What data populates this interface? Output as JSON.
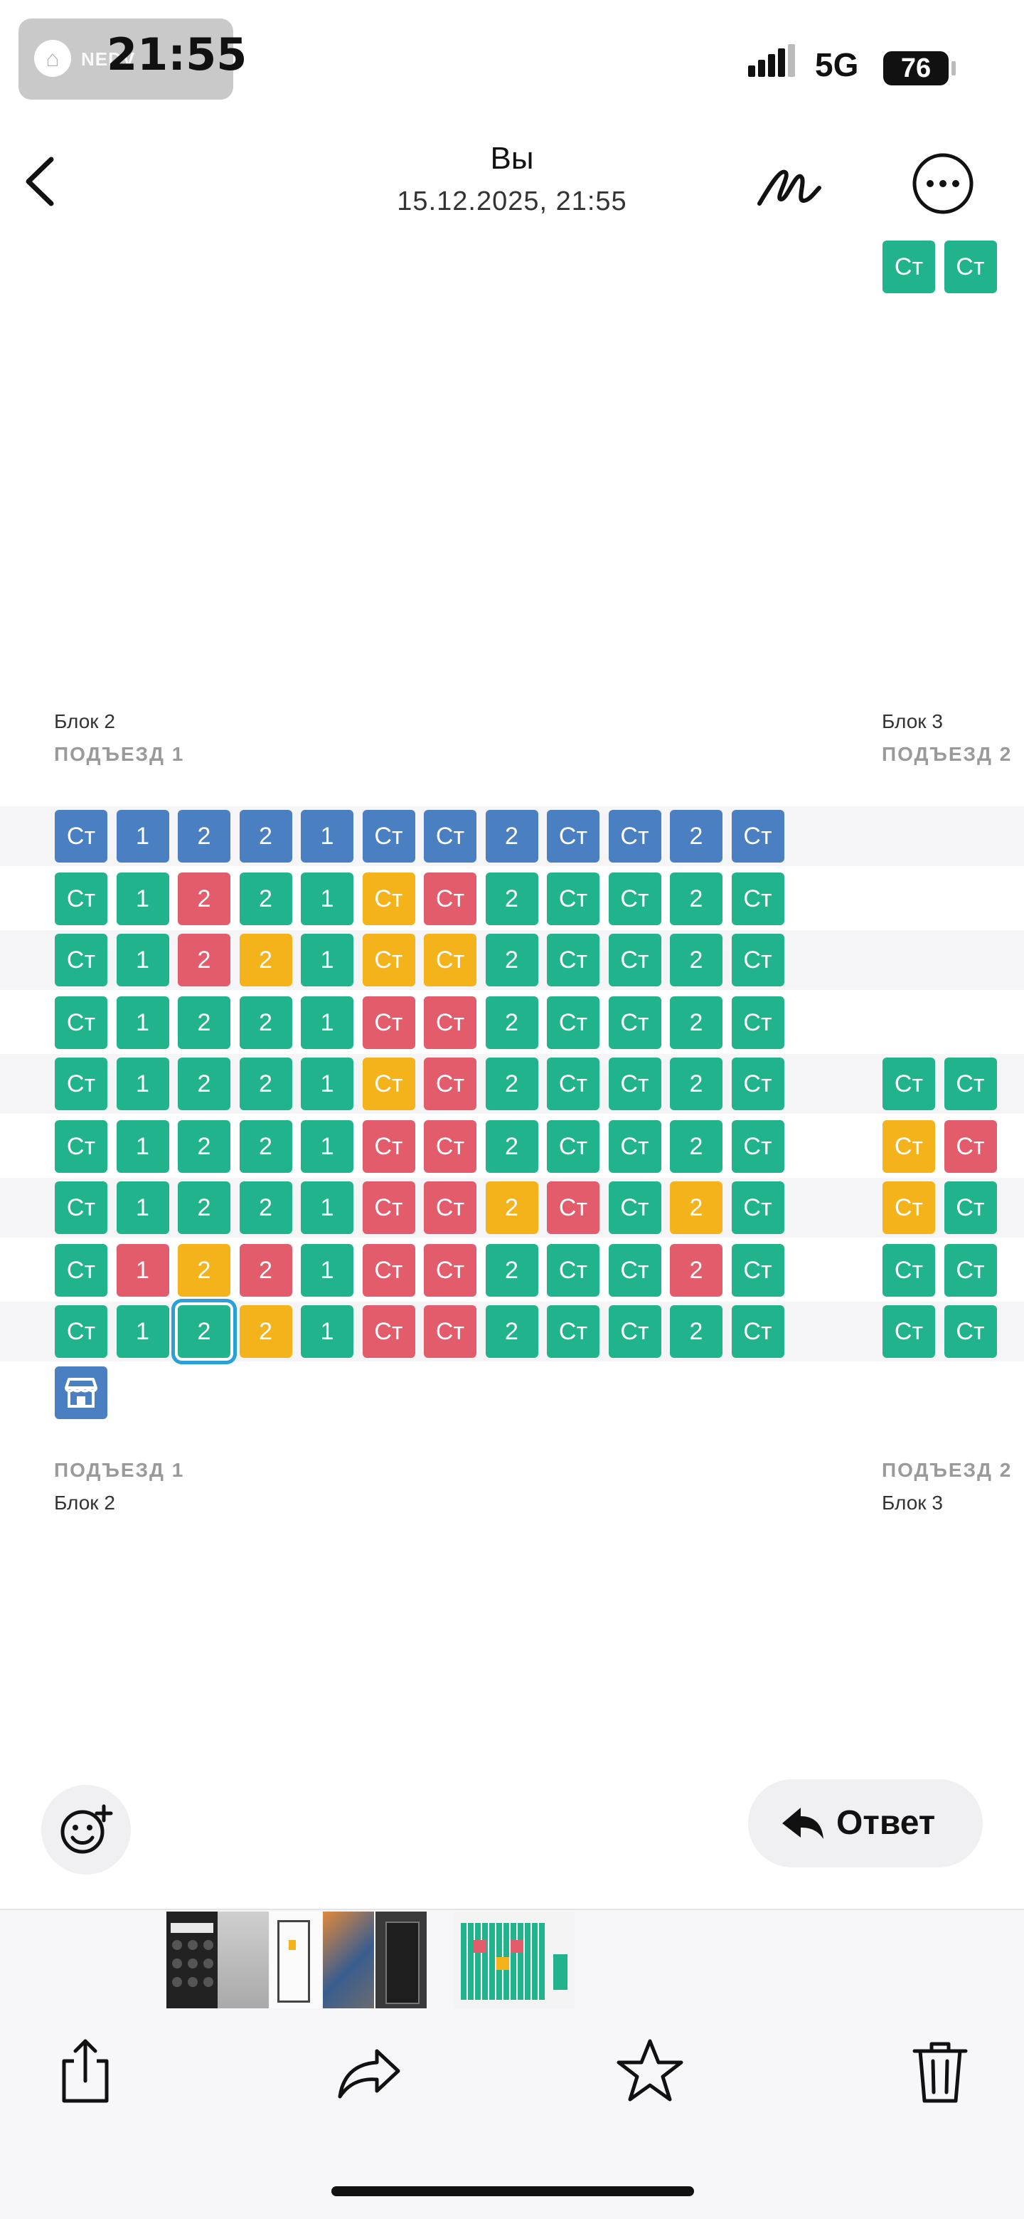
{
  "status_bar": {
    "time": "21:55",
    "network": "5G",
    "battery": "76",
    "watermark": "NEDV"
  },
  "header": {
    "title": "Вы",
    "subtitle": "15.12.2025, 21:55"
  },
  "image": {
    "left_block": {
      "block_label": "Блок 2",
      "entrance_label": "ПОДЪЕЗД 1",
      "rows": [
        [
          "Ст",
          "1",
          "2",
          "2",
          "1",
          "Ст",
          "Ст",
          "2",
          "Ст",
          "Ст",
          "2",
          "Ст"
        ],
        [
          "Ст",
          "1",
          "2",
          "2",
          "1",
          "Ст",
          "Ст",
          "2",
          "Ст",
          "Ст",
          "2",
          "Ст"
        ],
        [
          "Ст",
          "1",
          "2",
          "2",
          "1",
          "Ст",
          "Ст",
          "2",
          "Ст",
          "Ст",
          "2",
          "Ст"
        ],
        [
          "Ст",
          "1",
          "2",
          "2",
          "1",
          "Ст",
          "Ст",
          "2",
          "Ст",
          "Ст",
          "2",
          "Ст"
        ],
        [
          "Ст",
          "1",
          "2",
          "2",
          "1",
          "Ст",
          "Ст",
          "2",
          "Ст",
          "Ст",
          "2",
          "Ст"
        ],
        [
          "Ст",
          "1",
          "2",
          "2",
          "1",
          "Ст",
          "Ст",
          "2",
          "Ст",
          "Ст",
          "2",
          "Ст"
        ],
        [
          "Ст",
          "1",
          "2",
          "2",
          "1",
          "Ст",
          "Ст",
          "2",
          "Ст",
          "Ст",
          "2",
          "Ст"
        ],
        [
          "Ст",
          "1",
          "2",
          "2",
          "1",
          "Ст",
          "Ст",
          "2",
          "Ст",
          "Ст",
          "2",
          "Ст"
        ],
        [
          "Ст",
          "1",
          "2",
          "2",
          "1",
          "Ст",
          "Ст",
          "2",
          "Ст",
          "Ст",
          "2",
          "Ст"
        ]
      ],
      "status": [
        [
          "b",
          "b",
          "b",
          "b",
          "b",
          "b",
          "b",
          "b",
          "b",
          "b",
          "b",
          "b"
        ],
        [
          "g",
          "g",
          "r",
          "g",
          "g",
          "y",
          "r",
          "g",
          "g",
          "g",
          "g",
          "g"
        ],
        [
          "g",
          "g",
          "r",
          "y",
          "g",
          "y",
          "y",
          "g",
          "g",
          "g",
          "g",
          "g"
        ],
        [
          "g",
          "g",
          "g",
          "g",
          "g",
          "r",
          "r",
          "g",
          "g",
          "g",
          "g",
          "g"
        ],
        [
          "g",
          "g",
          "g",
          "g",
          "g",
          "y",
          "r",
          "g",
          "g",
          "g",
          "g",
          "g"
        ],
        [
          "g",
          "g",
          "g",
          "g",
          "g",
          "r",
          "r",
          "g",
          "g",
          "g",
          "g",
          "g"
        ],
        [
          "g",
          "g",
          "g",
          "g",
          "g",
          "r",
          "r",
          "y",
          "r",
          "g",
          "y",
          "g"
        ],
        [
          "g",
          "r",
          "y",
          "r",
          "g",
          "r",
          "r",
          "g",
          "g",
          "g",
          "r",
          "g"
        ],
        [
          "g",
          "g",
          "g",
          "y",
          "g",
          "r",
          "r",
          "g",
          "g",
          "g",
          "g",
          "g"
        ]
      ]
    },
    "right_block": {
      "block_label": "Блок 3",
      "entrance_label": "ПОДЪЕЗД 2",
      "rows": [
        [
          "Ст",
          "Ст"
        ],
        [
          "Ст",
          "Ст"
        ],
        [
          "Ст",
          "Ст"
        ],
        [
          "Ст",
          "Ст"
        ],
        [
          "Ст",
          "Ст"
        ],
        [
          "Ст",
          "Ст"
        ]
      ],
      "status": [
        [
          "g",
          "g"
        ],
        [
          "y",
          "r"
        ],
        [
          "y",
          "g"
        ],
        [
          "g",
          "g"
        ],
        [
          "g",
          "g"
        ],
        [
          "g",
          "g"
        ]
      ]
    },
    "bottom_entrance_label_left": "ПОДЪЕЗД 1",
    "bottom_block_label_left": "Блок 2",
    "bottom_entrance_label_right": "ПОДЪЕЗД 2",
    "bottom_block_label_right": "Блок 3",
    "colors": {
      "b": "#4a7fc1",
      "g": "#21b48c",
      "r": "#e25c6c",
      "y": "#f5b31b"
    }
  },
  "reply": {
    "label": "Ответ"
  },
  "icons": {
    "back": "chevron-left-icon",
    "markup": "markup-pen-icon",
    "more": "ellipsis-circle-icon",
    "emoji": "emoji-add-icon",
    "share": "share-icon",
    "forward": "forward-icon",
    "star": "star-icon",
    "trash": "trash-icon"
  }
}
